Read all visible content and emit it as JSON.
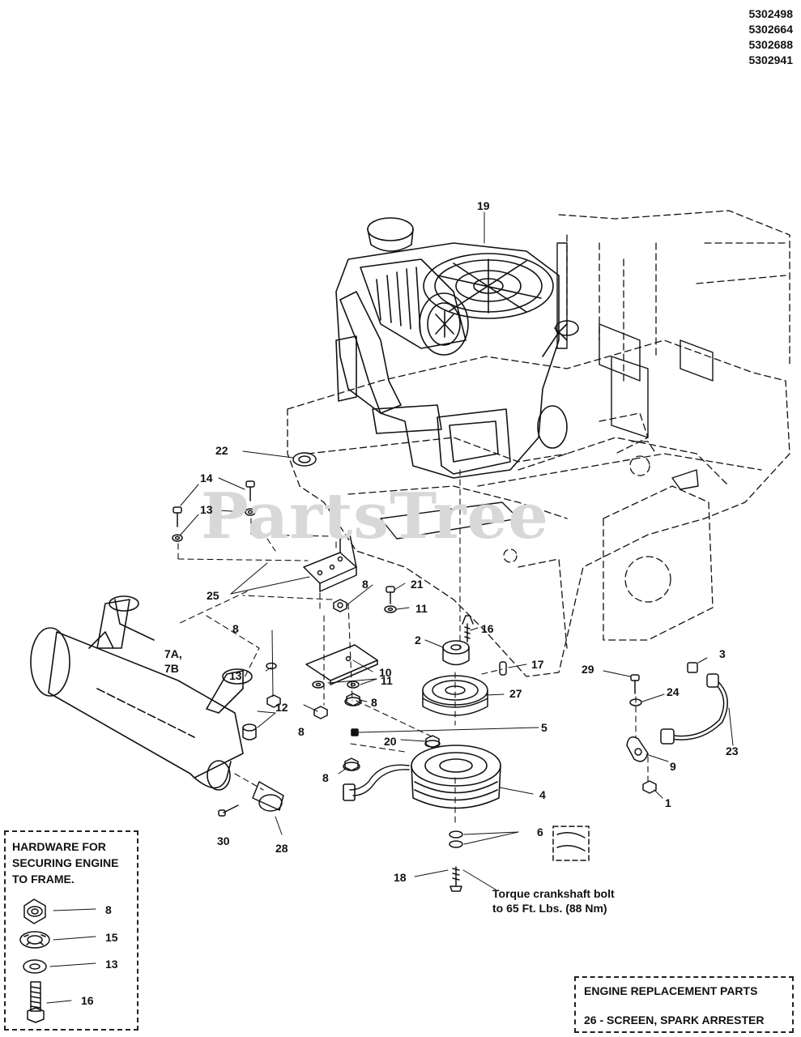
{
  "part_numbers": [
    "5302498",
    "5302664",
    "5302688",
    "5302941"
  ],
  "watermark": "PartsTree",
  "callouts": {
    "c19": "19",
    "c22": "22",
    "c14": "14",
    "c13a": "13",
    "c25": "25",
    "c8a": "8",
    "c21": "21",
    "c11a": "11",
    "c16": "16",
    "c2": "2",
    "c10": "10",
    "c17": "17",
    "c27": "27",
    "c11b": "11",
    "c8b": "8",
    "c8c": "8",
    "c7ab": "7A,\n7B",
    "c13b": "13",
    "c12": "12",
    "c8d": "8",
    "c3": "3",
    "c29": "29",
    "c24": "24",
    "c5": "5",
    "c20": "20",
    "c9": "9",
    "c23": "23",
    "c8e": "8",
    "c4": "4",
    "c1": "1",
    "c6": "6",
    "c30": "30",
    "c28": "28",
    "c18": "18"
  },
  "torque_note": "Torque crankshaft bolt\nto 65 Ft. Lbs. (88 Nm)",
  "hardware_box": {
    "title": "HARDWARE FOR\nSECURING ENGINE\nTO FRAME.",
    "items": [
      "8",
      "15",
      "13",
      "16"
    ]
  },
  "engine_replacement_box": {
    "title": "ENGINE REPLACEMENT PARTS",
    "item": "26 - SCREEN, SPARK ARRESTER"
  }
}
